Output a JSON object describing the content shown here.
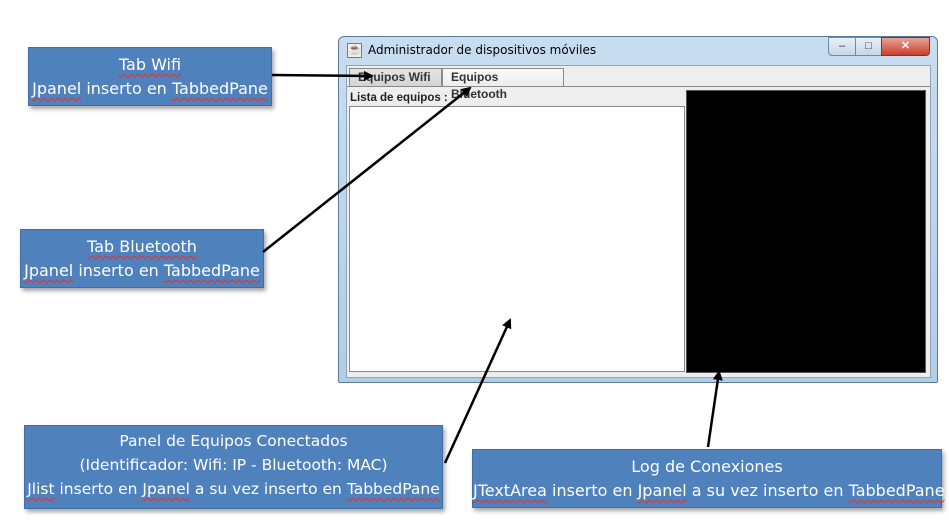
{
  "window": {
    "title": "Administrador de dispositivos móviles",
    "controls": {
      "minimize": "–",
      "maximize": "□",
      "close": "✕"
    },
    "tabs": [
      {
        "label": "Equipos Wifi",
        "selected": true
      },
      {
        "label": "Equipos Bluetooth",
        "selected": false
      }
    ],
    "list_label": "Lista de equipos :",
    "log_background": "#000000"
  },
  "callouts": {
    "wifi": {
      "title": "Tab Wifi",
      "subtitle_a": "Jpanel",
      "subtitle_b": " inserto en ",
      "subtitle_c": "TabbedPane"
    },
    "bluetooth": {
      "title": "Tab Bluetooth",
      "subtitle_a": "Jpanel",
      "subtitle_b": " inserto en ",
      "subtitle_c": "TabbedPane"
    },
    "panel": {
      "line1": "Panel de Equipos Conectados",
      "line2": "(Identificador:  Wifi: IP - Bluetooth:  MAC)",
      "line3_a": "Jlist",
      "line3_b": " inserto en ",
      "line3_c": "Jpanel",
      "line3_d": " a su vez inserto en ",
      "line3_e": "TabbedPane"
    },
    "log": {
      "line1": "Log de Conexiones",
      "line2_a": "JTextArea",
      "line2_b": " inserto en ",
      "line2_c": "Jpanel",
      "line2_d": " a su vez inserto en ",
      "line2_e": "TabbedPane"
    }
  },
  "colors": {
    "callout_fill": "#4f81bd",
    "arrow": "#000000"
  }
}
